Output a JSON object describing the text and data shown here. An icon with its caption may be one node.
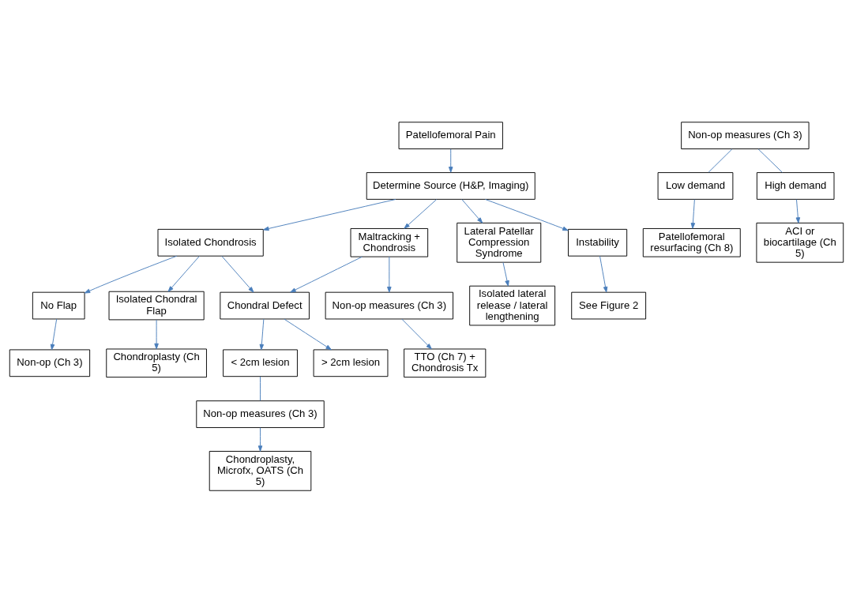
{
  "diagram": {
    "nodes": [
      {
        "text": [
          "Patellofemoral Pain"
        ]
      },
      {
        "text": [
          "Determine Source (H&P, Imaging)"
        ]
      },
      {
        "text": [
          "Isolated Chondrosis"
        ]
      },
      {
        "text": [
          "Maltracking + Chondrosis"
        ]
      },
      {
        "text": [
          "Lateral Patellar Compression Syndrome"
        ]
      },
      {
        "text": [
          "Instability"
        ]
      },
      {
        "text": [
          "No Flap"
        ]
      },
      {
        "text": [
          "Isolated Chondral Flap"
        ]
      },
      {
        "text": [
          "Chondral Defect"
        ]
      },
      {
        "text": [
          "Non-op measures (Ch 3)"
        ]
      },
      {
        "text": [
          "Isolated lateral release / lateral lengthening"
        ]
      },
      {
        "text": [
          "See Figure 2"
        ]
      },
      {
        "text": [
          "Chondroplasty (Ch 5)"
        ]
      },
      {
        "text": [
          "Non-op (Ch 3)"
        ]
      },
      {
        "text": [
          "TTO (Ch 7) + Chondrosis Tx"
        ]
      },
      {
        "text": [
          "< 2cm lesion"
        ]
      },
      {
        "text": [
          "> 2cm lesion"
        ]
      },
      {
        "text": [
          "Non-op measures (Ch 3)"
        ]
      },
      {
        "text": [
          "Non-op measures (Ch 3)"
        ]
      },
      {
        "text": [
          "Low demand"
        ]
      },
      {
        "text": [
          "High demand"
        ]
      },
      {
        "text": [
          "Chondroplasty, Microfx, OATS (Ch 5)"
        ]
      },
      {
        "text": [
          "Patellofemoral resurfacing (Ch 8)"
        ]
      },
      {
        "text": [
          "ACI or biocartilage (Ch 5)"
        ]
      }
    ],
    "edges": [
      {
        "from": 0,
        "to": 1,
        "arrow": "to"
      },
      {
        "from": 1,
        "to": 2,
        "arrow": "to"
      },
      {
        "from": 1,
        "to": 3,
        "arrow": "to"
      },
      {
        "from": 1,
        "to": 4,
        "arrow": "to"
      },
      {
        "from": 1,
        "to": 5,
        "arrow": "to"
      },
      {
        "from": 2,
        "to": 6,
        "arrow": "to"
      },
      {
        "from": 2,
        "to": 7,
        "arrow": "to"
      },
      {
        "from": 2,
        "to": 8,
        "arrow": "to"
      },
      {
        "from": 3,
        "to": 8,
        "arrow": "to"
      },
      {
        "from": 3,
        "to": 9,
        "arrow": "to"
      },
      {
        "from": 4,
        "to": 10,
        "arrow": "to"
      },
      {
        "from": 5,
        "to": 11,
        "arrow": "to"
      },
      {
        "from": 6,
        "to": 13,
        "arrow": "to"
      },
      {
        "from": 7,
        "to": 12,
        "arrow": "to"
      },
      {
        "from": 8,
        "to": 15,
        "arrow": "to"
      },
      {
        "from": 8,
        "to": 16,
        "arrow": "to"
      },
      {
        "from": 9,
        "to": 14,
        "arrow": "to"
      },
      {
        "from": 15,
        "to": 17,
        "arrow": "none"
      },
      {
        "from": 17,
        "to": 21,
        "arrow": "to"
      },
      {
        "from": 18,
        "to": 19,
        "arrow": "none"
      },
      {
        "from": 18,
        "to": 20,
        "arrow": "none"
      },
      {
        "from": 19,
        "to": 22,
        "arrow": "to"
      },
      {
        "from": 20,
        "to": 23,
        "arrow": "to"
      }
    ]
  }
}
